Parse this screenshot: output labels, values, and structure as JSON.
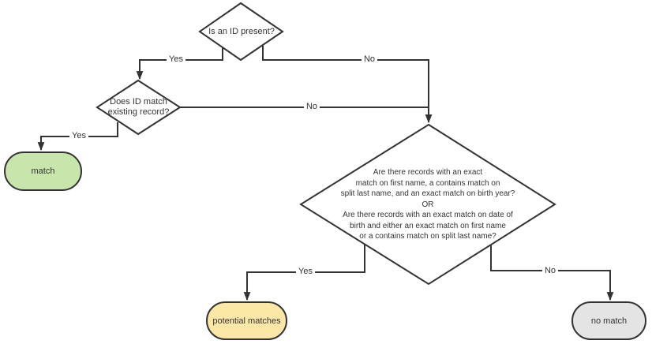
{
  "diagram": {
    "nodes": {
      "is_id_present": {
        "label": "Is an ID present?"
      },
      "does_id_match": {
        "label": "Does ID match\nexisting record?"
      },
      "match": {
        "label": "match"
      },
      "records_check": {
        "label": "Are there records with an exact\nmatch on first name, a contains match on\nsplit last name, and an exact match on birth year?\nOR\nAre there records with an exact match on date of\nbirth and either an exact match on first name\nor a contains match on split last name?"
      },
      "potential_matches": {
        "label": "potential matches"
      },
      "no_match": {
        "label": "no match"
      }
    },
    "edges": {
      "id_present_yes": {
        "label": "Yes"
      },
      "id_present_no": {
        "label": "No"
      },
      "id_match_no": {
        "label": "No"
      },
      "id_match_yes": {
        "label": "Yes"
      },
      "records_yes": {
        "label": "Yes"
      },
      "records_no": {
        "label": "No"
      }
    },
    "colors": {
      "stroke": "#333333",
      "text": "#333333",
      "decision_fill": "#ffffff",
      "match_fill": "#c8e6ac",
      "potential_matches_fill": "#fbe8a6",
      "no_match_fill": "#e4e4e4"
    }
  }
}
